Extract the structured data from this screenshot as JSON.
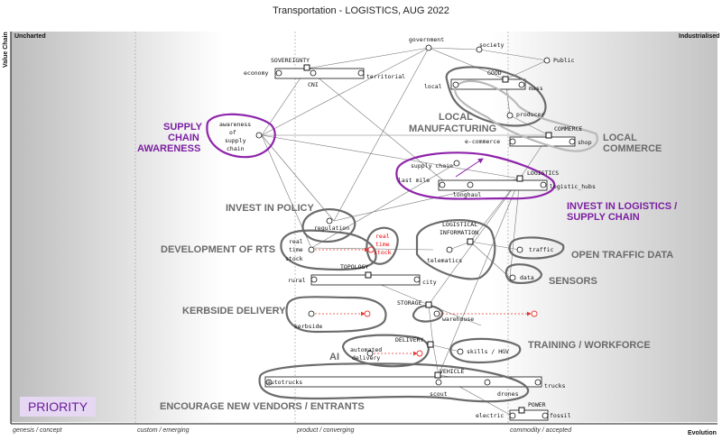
{
  "title": "Transportation - LOGISTICS, AUG 2022",
  "axis": {
    "y_label": "Value Chain",
    "x_label": "Evolution",
    "uncharted": "Uncharted",
    "industrialised": "Industrialised",
    "stages": [
      "genesis / concept",
      "custom / emerging",
      "product / converging",
      "commodity / accepted"
    ]
  },
  "priority": "PRIORITY",
  "components": {
    "government": "government",
    "society": "society",
    "public": "Public",
    "sovereignty": "SOVEREIGNTY",
    "economy": "economy",
    "cni": "CNI",
    "territorial": "territorial",
    "good": "GOOD",
    "local": "local",
    "mass": "mass",
    "producer": "producer",
    "commerce": "COMMERCE",
    "ecommerce": "e-commerce",
    "shop": "shop",
    "awareness": [
      "awareness",
      "of",
      "supply",
      "chain"
    ],
    "supply_chain": "supply chain",
    "logistics": "LOGISTICS",
    "last_mile": "last mile",
    "longhaul": "longhaul",
    "logistic_hubs": "logistic_hubs",
    "regulation": "regulation",
    "real_time_stock": [
      "real",
      "time",
      "stock"
    ],
    "logistical_information": [
      "LOGISTICAL",
      "INFORMATION"
    ],
    "telematics": "telematics",
    "traffic": "traffic",
    "data": "data",
    "topology": "TOPOLOGY",
    "rural": "rural",
    "city": "city",
    "storage": "STORAGE",
    "kerbside": "kerbside",
    "warehouse": "warehouse",
    "delivery": "DELIVERY",
    "automated_delivery": [
      "automated",
      "delivery"
    ],
    "skills_hgv": "skills / HGV",
    "vehicle": "VEHICLE",
    "autotrucks": "autotrucks",
    "scout": "scout",
    "drones": "drones",
    "trucks": "trucks",
    "power": "POWER",
    "electric": "electric",
    "fossil": "fossil"
  },
  "annotations": {
    "supply_chain_awareness": [
      "SUPPLY",
      "CHAIN",
      "AWARENESS"
    ],
    "local_manufacturing": [
      "LOCAL",
      "MANUFACTURING"
    ],
    "local_commerce": [
      "LOCAL",
      "COMMERCE"
    ],
    "invest_logistics": [
      "INVEST IN LOGISTICS  /",
      "SUPPLY CHAIN"
    ],
    "invest_policy": "INVEST IN POLICY",
    "development_rts": "DEVELOPMENT OF RTS",
    "open_traffic_data": "OPEN TRAFFIC DATA",
    "sensors": "SENSORS",
    "kerbside_delivery": "KERBSIDE DELIVERY",
    "training_workforce": "TRAINING / WORKFORCE",
    "ai": "AI",
    "encourage": "ENCOURAGE NEW VENDORS / ENTRANTS"
  },
  "colors": {
    "accent_purple": "#8e24aa",
    "annotation_grey": "#6a6a6a",
    "evolution_red": "#e53935",
    "priority_bg": "#e6d8f2"
  }
}
